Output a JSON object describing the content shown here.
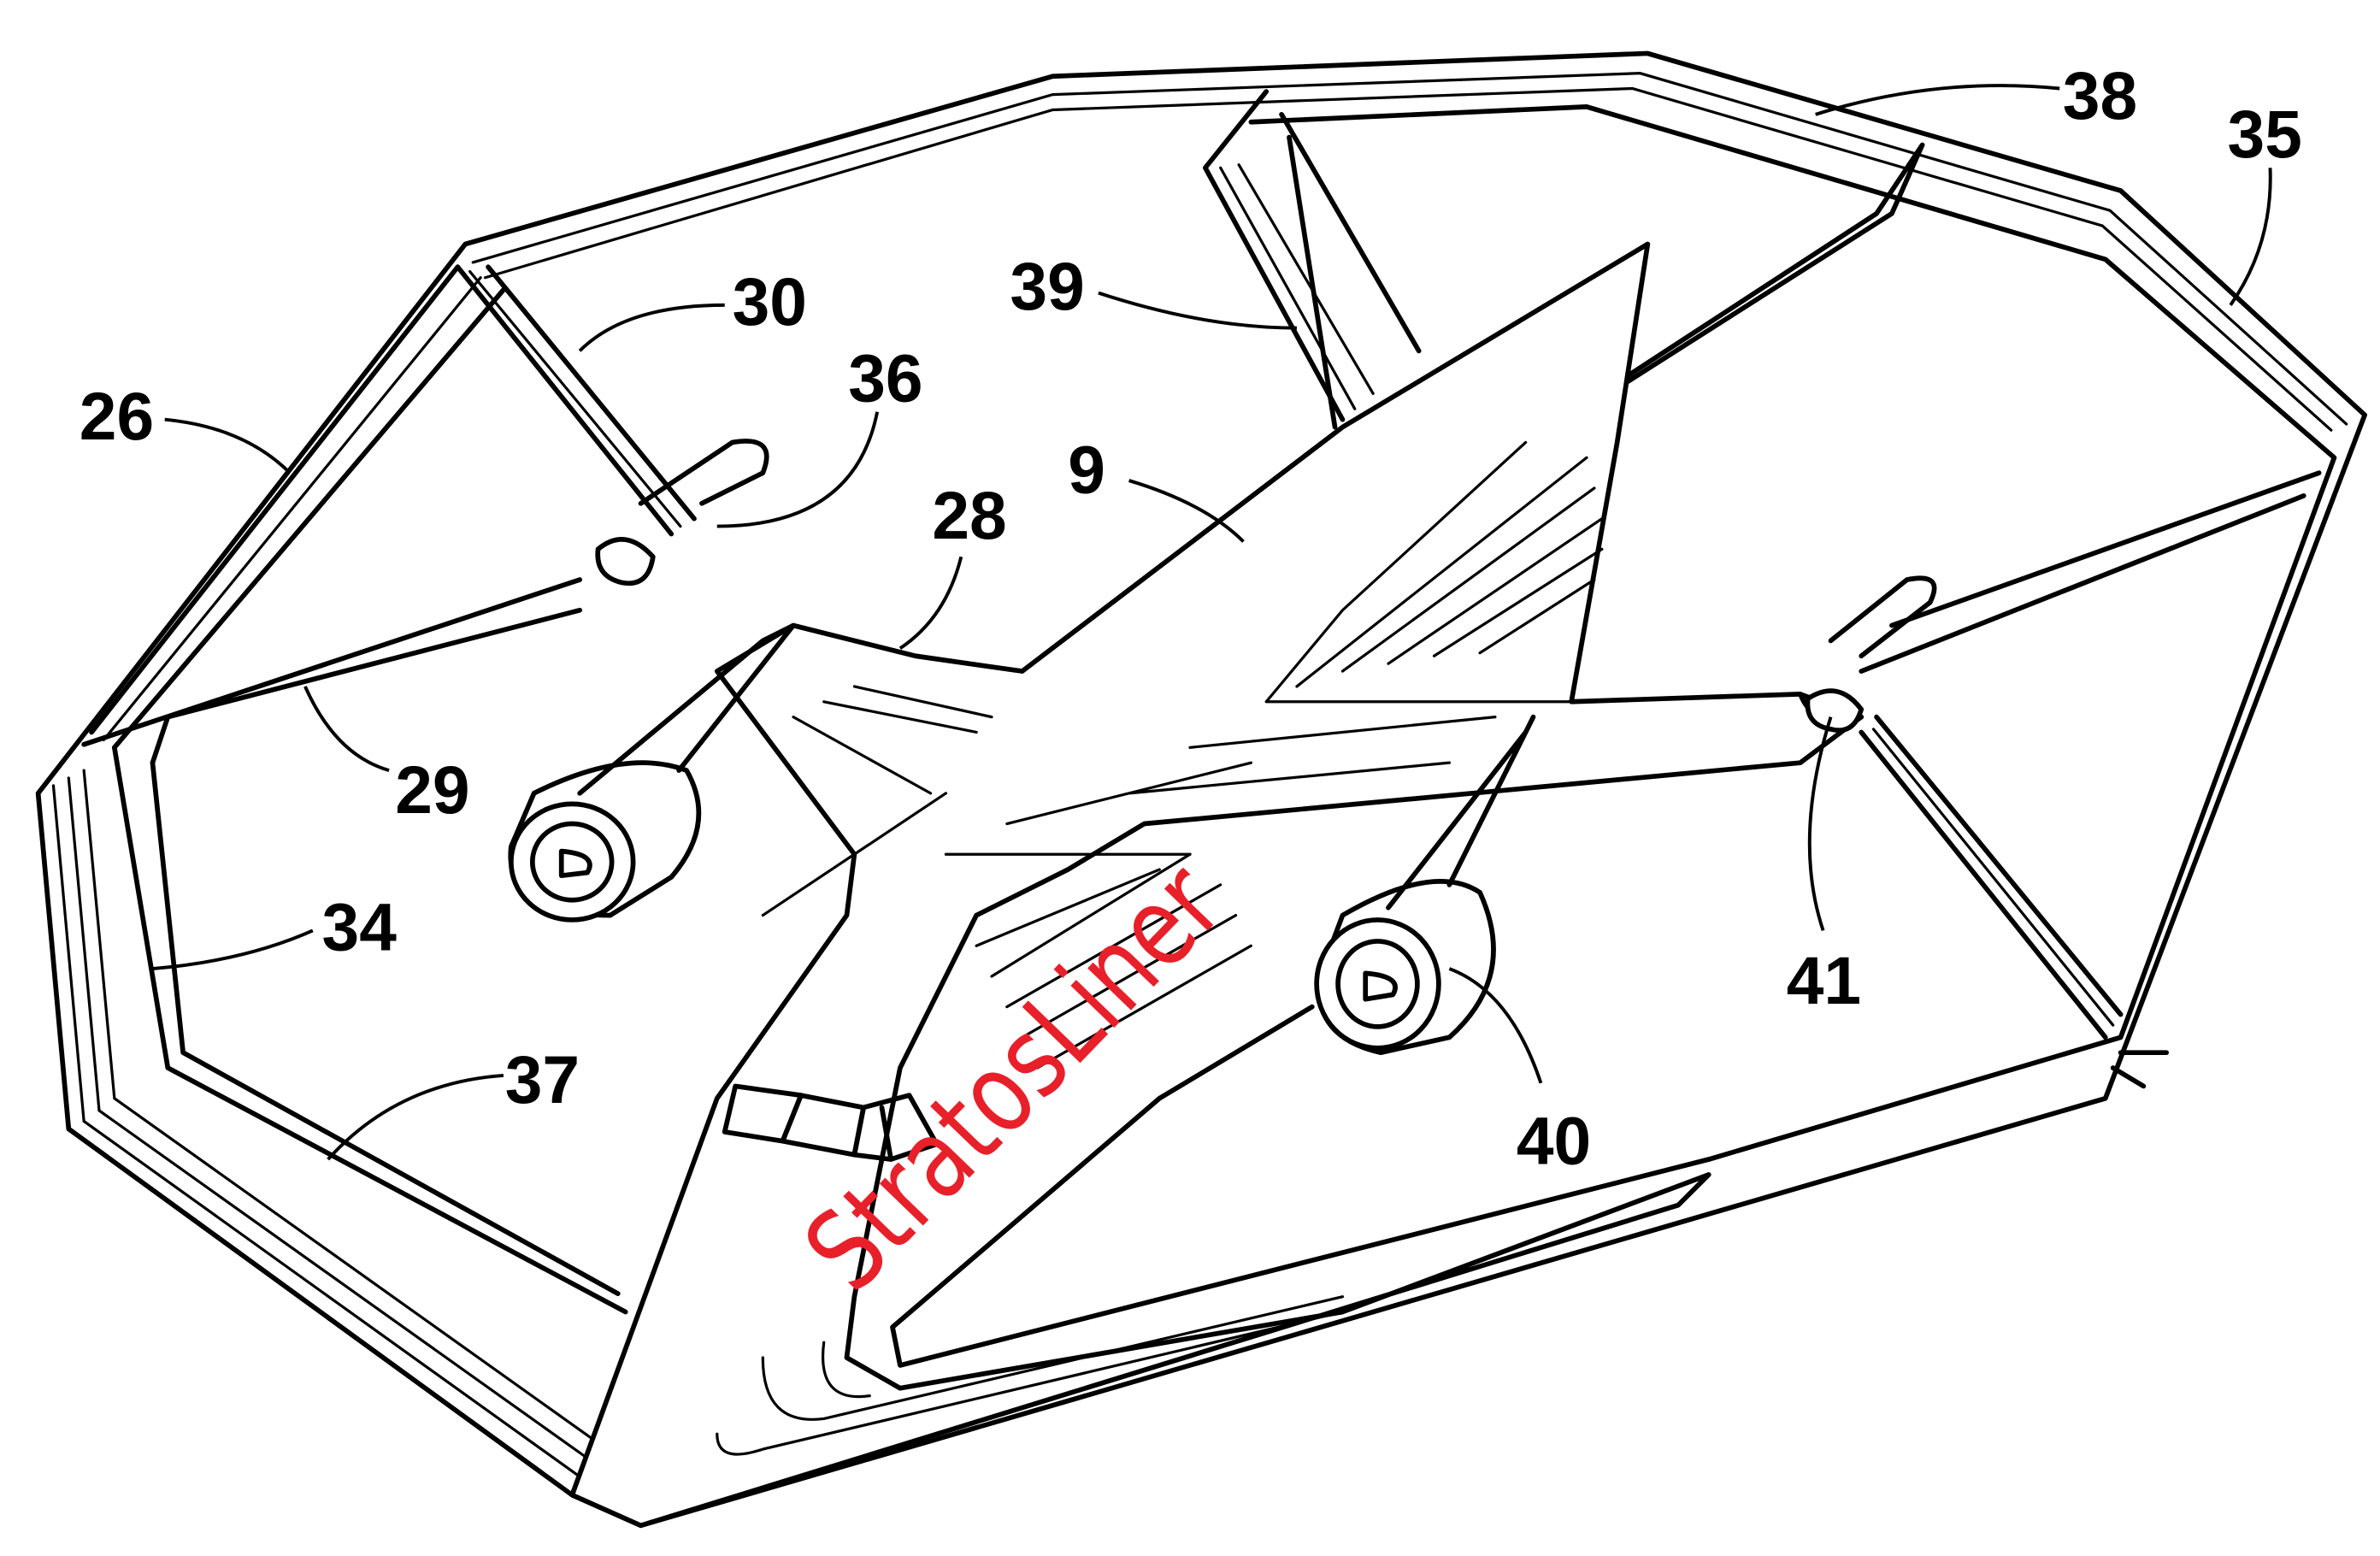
{
  "figure": {
    "reference_numerals": [
      "38",
      "35",
      "39",
      "30",
      "36",
      "26",
      "9",
      "28",
      "29",
      "34",
      "41",
      "37",
      "40"
    ],
    "brand_text": "StratosLiner",
    "colors": {
      "line": "#000000",
      "brand": "#e8202a",
      "background": "#ffffff"
    }
  }
}
